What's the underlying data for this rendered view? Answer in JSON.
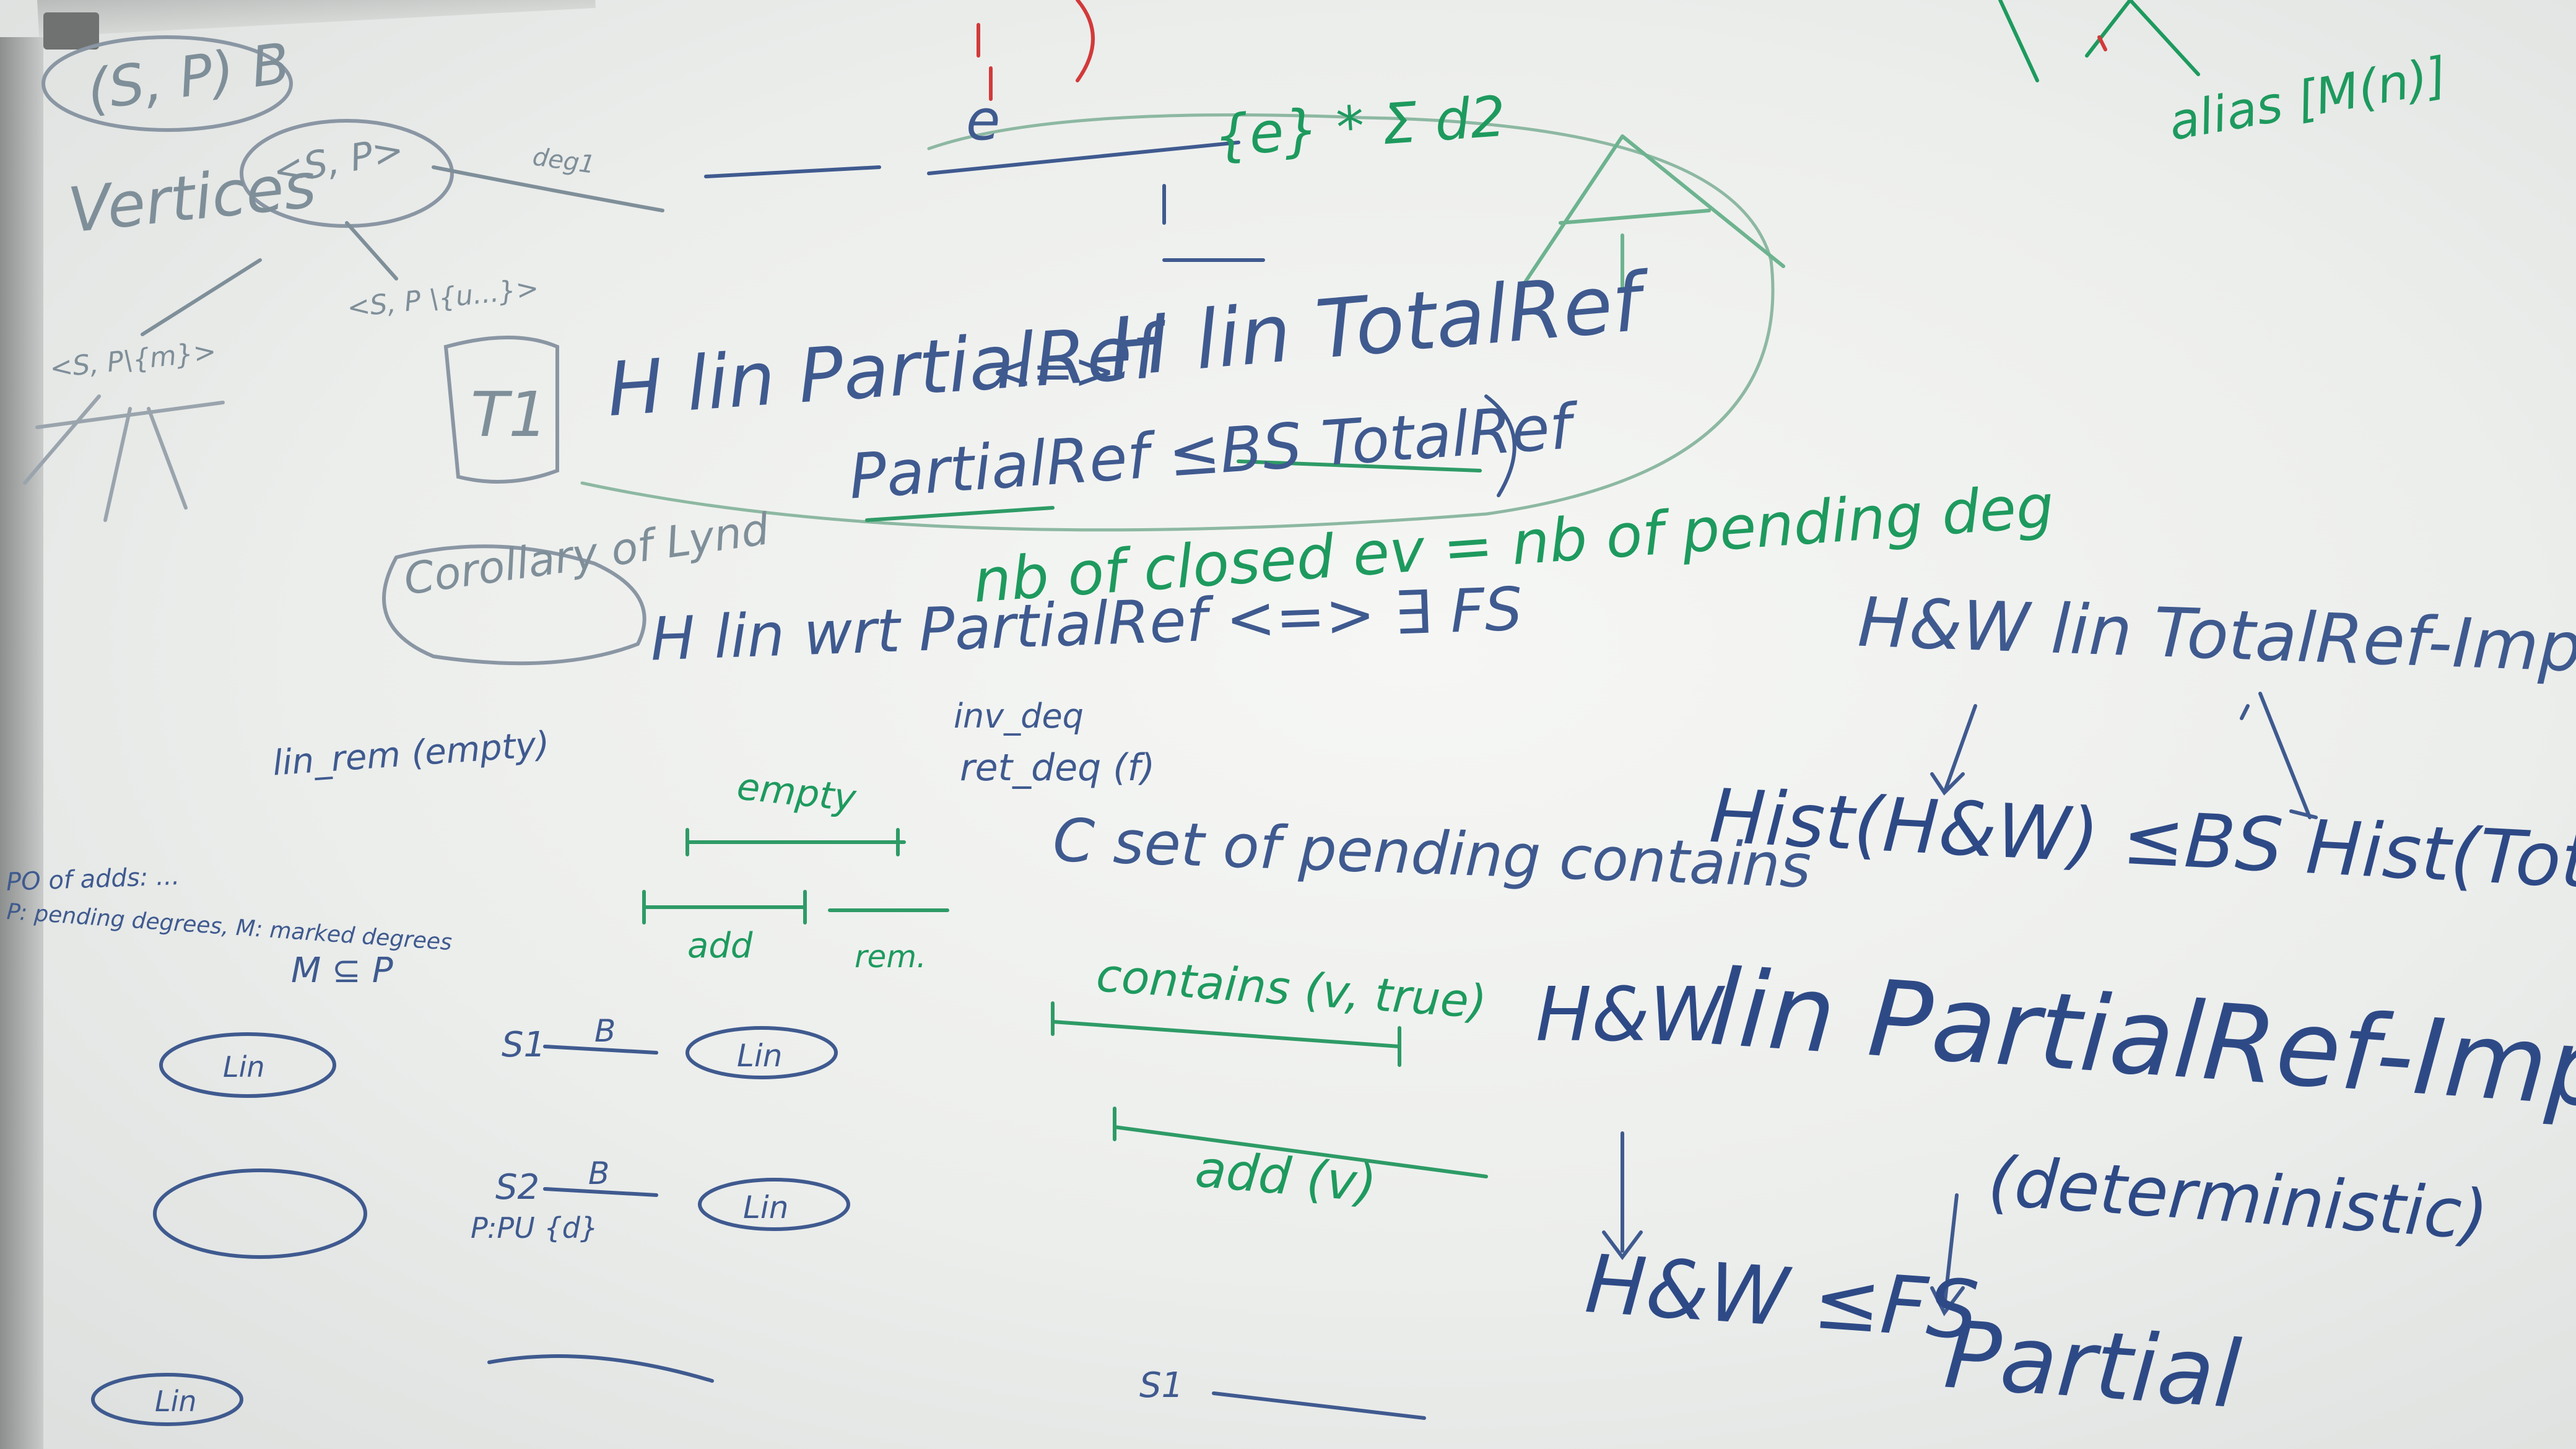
{
  "writing": {
    "sp_b": "(S, P) B",
    "vertices": "Vertices",
    "sp_circle": "<S, P>",
    "deg": "deg1",
    "sp_set1": "<S, P\\{m}>",
    "sp_set2": "<S, P \\{u...}>",
    "t1": "T1",
    "h_lin_partial": "H lin PartialRef",
    "iff1": "<=>",
    "h_lin_total": "H lin TotalRef",
    "partial_le_total": "PartialRef ≤BS TotalRef",
    "nb_closed": "nb of closed ev = nb of pending deg",
    "corollary": "Corollary of Lynd",
    "h_lin_wrt": "H lin wrt PartialRef <=> ∃ FS",
    "hw_lin_total_imp": "H&W lin TotalRef-Imp",
    "inv_deq": "inv_deq",
    "ret_deq": "ret_deq (f)",
    "c_set_pending": "C set of pending contains",
    "hist_hw": "Hist(H&W) ≤BS Hist(Total)",
    "empty": "empty",
    "add": "add",
    "rem": "rem.",
    "contains_v_true": "contains (v, true)",
    "add_v": "add (v)",
    "hw": "H&W",
    "lin_partial_imp": "lin PartialRef-Imp ≡",
    "deterministic": "(deterministic)",
    "hw_le_fs": "H&W ≤FS",
    "partial": "Partial",
    "po_of_adds": "PO of adds: ...",
    "pending_degrees": "P: pending degrees, M: marked degrees",
    "m_subset_p": "M ⊆ P",
    "lin_rem_empty": "lin_rem (empty)",
    "s1": "S1",
    "s2": "S2",
    "b": "B",
    "lin": "Lin",
    "p_pu": "P:PU {d}",
    "alias": "alias [M(n)]",
    "e": "e",
    "sum_expr": "{e} * Σ d2"
  }
}
